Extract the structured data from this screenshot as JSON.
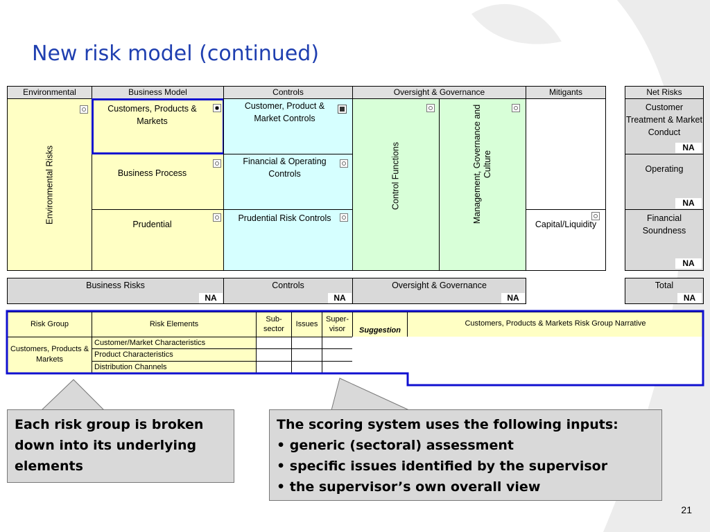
{
  "title": "New risk model (continued)",
  "headers": {
    "environmental": "Environmental",
    "business_model": "Business Model",
    "controls": "Controls",
    "oversight": "Oversight & Governance",
    "mitigants": "Mitigants",
    "net_risks": "Net Risks"
  },
  "grid": {
    "env_risks": "Environmental Risks",
    "bm_customers": "Customers, Products & Markets",
    "bm_process": "Business Process",
    "bm_prudential": "Prudential",
    "ctl_customer": "Customer, Product & Market Controls",
    "ctl_financial": "Financial & Operating Controls",
    "ctl_prudential": "Prudential Risk Controls",
    "control_functions": "Control Functions",
    "management": "Management, Governance and Culture",
    "capital": "Capital/Liquidity",
    "net_customer": "Customer Treatment & Market Conduct",
    "net_operating": "Operating",
    "net_financial": "Financial Soundness",
    "na": "NA"
  },
  "summary": {
    "business_risks": "Business Risks",
    "controls": "Controls",
    "oversight": "Oversight & Governance",
    "total": "Total",
    "na": "NA"
  },
  "risk_table": {
    "col_group": "Risk Group",
    "col_elements": "Risk Elements",
    "col_subsector": "Sub-\nsector",
    "col_issues": "Issues",
    "col_supervisor": "Super-\nvisor",
    "col_suggestion": "Suggestion",
    "col_narrative": "Customers, Products & Markets Risk Group Narrative",
    "group": "Customers, Products & Markets",
    "elements": [
      "Customer/Market Characteristics",
      "Product Characteristics",
      "Distribution Channels"
    ]
  },
  "callout_left": "Each risk group is broken down into its underlying elements",
  "callout_right": {
    "lead": "The scoring system uses the following inputs:",
    "bullets": [
      "• generic (sectoral) assessment",
      "• specific issues identified by the supervisor",
      "• the supervisor’s own overall view"
    ]
  },
  "page_number": "21"
}
